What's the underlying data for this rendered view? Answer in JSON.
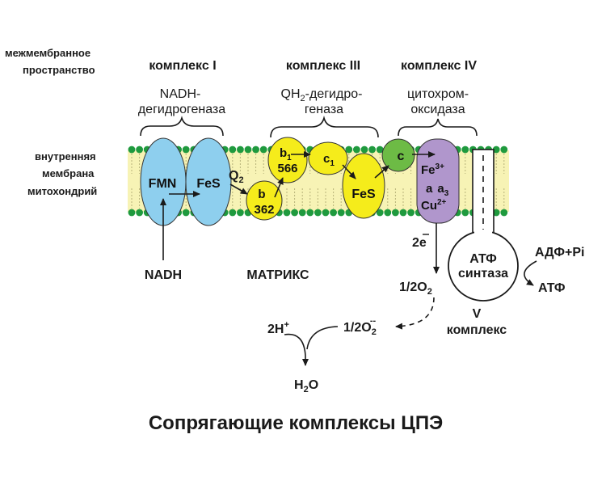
{
  "labels": {
    "intermembrane_1": "межмембранное",
    "intermembrane_2": "пространство",
    "inner_membrane_1": "внутренняя",
    "inner_membrane_2": "мембрана",
    "inner_membrane_3": "митохондрий",
    "matrix": "МАТРИКС",
    "title": "Сопрягающие комплексы ЦПЭ"
  },
  "complexes": {
    "c1": {
      "header": "комплекс I",
      "name_1": "NADH-",
      "name_2": "дегидрогеназа"
    },
    "c3": {
      "header": "комплекс III",
      "name_1a": "QH",
      "name_1sub": "2",
      "name_1b": "-дегидро-",
      "name_2": "геназа"
    },
    "c4": {
      "header": "комплекс IV",
      "name_1": "цитохром-",
      "name_2": "оксидаза"
    },
    "c5": {
      "roman": "V",
      "word": "комплекс",
      "atp_1": "АТФ",
      "atp_2": "синтаза"
    }
  },
  "carriers": {
    "fmn": "FMN",
    "fes1": "FeS",
    "q2": "Q",
    "q2_sub": "2",
    "b566_top": "b",
    "b566_sub": "1",
    "b566_num": "566",
    "b362_top": "b",
    "b362_num": "362",
    "c1": "c",
    "c1_sub": "1",
    "fes3": "FeS",
    "c": "c",
    "fe3": "Fe",
    "fe3_sup": "3+",
    "aa3_a": "a",
    "aa3_b": "a",
    "aa3_sub": "3",
    "cu": "Cu",
    "cu_sup": "2+"
  },
  "species": {
    "nadh": "NADH",
    "electrons": "2e",
    "half_o2": "1/2O",
    "half_o2_sub": "2",
    "superoxide": "1/2O",
    "superoxide_sub": "2",
    "superoxide_sup": "--",
    "protons": "2H",
    "protons_sup": "+",
    "water_h": "H",
    "water_sub": "2",
    "water_o": "O",
    "adp_pi": "АДФ+Pi",
    "atp_out": "АТФ"
  },
  "colors": {
    "complex1": "#8ecfee",
    "complex3": "#f5ec1b",
    "cytc": "#6dbb45",
    "complex4": "#b096cc",
    "membrane": "#f7f3b5",
    "lipid_head": "#1f9a3e"
  }
}
